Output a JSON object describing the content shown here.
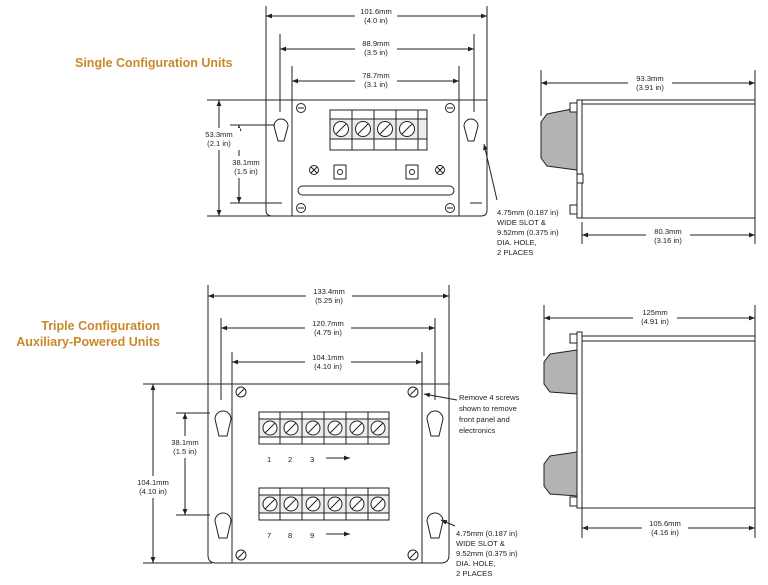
{
  "colors": {
    "heading": "#C8892A",
    "line": "#222222",
    "body_shade": "#d9d9d9",
    "knob": "#b3b3b3"
  },
  "headings": {
    "single": "Single Configuration Units",
    "triple_line1": "Triple Configuration",
    "triple_line2": "Auxiliary-Powered Units"
  },
  "single": {
    "front": {
      "width_outer": {
        "mm": "101.6mm",
        "in": "(4.0 in)"
      },
      "width_slots": {
        "mm": "88.9mm",
        "in": "(3.5 in)"
      },
      "width_body": {
        "mm": "78.7mm",
        "in": "(3.1 in)"
      },
      "height_outer": {
        "mm": "53.3mm",
        "in": "(2.1 in)"
      },
      "height_slots": {
        "mm": "38.1mm",
        "in": "(1.5 in)"
      }
    },
    "slot_note": [
      "4.75mm (0.187 in)",
      "WIDE SLOT &",
      "9.52mm (0.375 in)",
      "DIA. HOLE,",
      "2 PLACES"
    ],
    "side": {
      "depth_total": {
        "mm": "93.3mm",
        "in": "(3.91 in)"
      },
      "depth_body": {
        "mm": "80.3mm",
        "in": "(3.16 in)"
      }
    }
  },
  "triple": {
    "front": {
      "width_outer": {
        "mm": "133.4mm",
        "in": "(5.25 in)"
      },
      "width_slots": {
        "mm": "120.7mm",
        "in": "(4.75 in)"
      },
      "width_body": {
        "mm": "104.1mm",
        "in": "(4.10 in)"
      },
      "height_outer": {
        "mm": "104.1mm",
        "in": "(4.10 in)"
      },
      "height_slots": {
        "mm": "38.1mm",
        "in": "(1.5 in)"
      }
    },
    "terminal_labels_top": [
      "1",
      "2",
      "3"
    ],
    "terminal_labels_bottom": [
      "7",
      "8",
      "9"
    ],
    "screws_note": [
      "Remove 4 screws",
      "shown to remove",
      "front panel and",
      "electronics"
    ],
    "slot_note": [
      "4.75mm (0.187 in)",
      "WIDE SLOT &",
      "9.52mm (0.375 in)",
      "DIA. HOLE,",
      "2 PLACES"
    ],
    "side": {
      "depth_total": {
        "mm": "125mm",
        "in": "(4.91 in)"
      },
      "depth_body": {
        "mm": "105.6mm",
        "in": "(4.16 in)"
      }
    }
  }
}
